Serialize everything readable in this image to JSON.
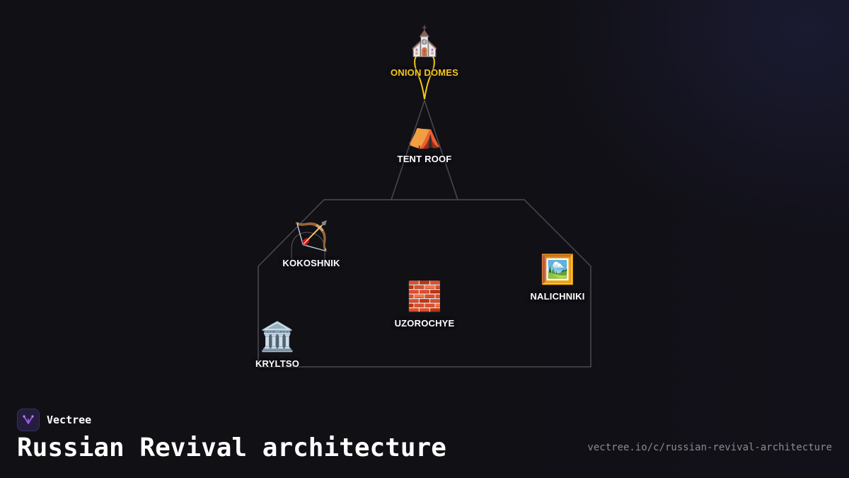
{
  "diagram": {
    "nodes": [
      {
        "id": "onion-domes",
        "icon": "⛪",
        "icon_name": "church-icon",
        "label": "ONION DOMES",
        "highlighted": true
      },
      {
        "id": "tent-roof",
        "icon": "⛺",
        "icon_name": "tent-icon",
        "label": "TENT ROOF"
      },
      {
        "id": "kokoshnik",
        "icon": "🏹",
        "icon_name": "bow-and-arrow-icon",
        "label": "KOKOSHNIK"
      },
      {
        "id": "nalichniki",
        "icon": "🖼️",
        "icon_name": "framed-picture-icon",
        "label": "NALICHNIKI"
      },
      {
        "id": "uzorochye",
        "icon": "🧱",
        "icon_name": "brick-icon",
        "label": "UZOROCHYE"
      },
      {
        "id": "kryltso",
        "icon": "🏛️",
        "icon_name": "classical-building-icon",
        "label": "KRYLTSO"
      }
    ],
    "colors": {
      "outline": "#4a4a52",
      "highlight": "#f5c518",
      "background": "#111015"
    }
  },
  "brand": {
    "name": "Vectree",
    "logo_icon": "vectree-logo-icon",
    "logo_color": "#9b5de5"
  },
  "page": {
    "title": "Russian Revival architecture",
    "url": "vectree.io/c/russian-revival-architecture"
  }
}
